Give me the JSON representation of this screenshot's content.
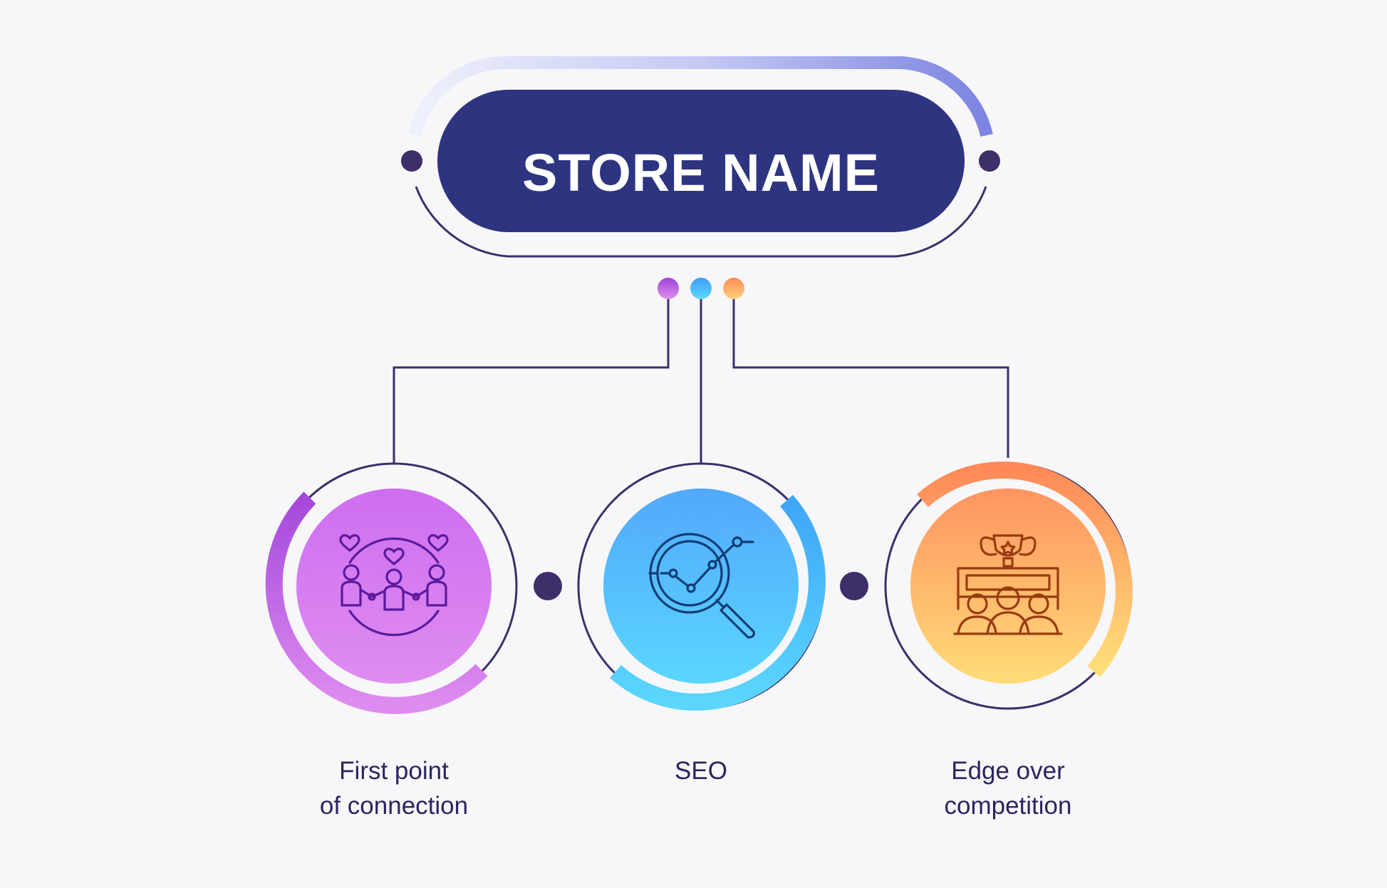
{
  "header": {
    "title": "STORE NAME"
  },
  "nodes": [
    {
      "label_lines": [
        "First point",
        "of connection"
      ],
      "icon": "connection-people-icon",
      "gradient": [
        "#cd6ef0",
        "#df8cf0"
      ]
    },
    {
      "label_lines": [
        "SEO"
      ],
      "icon": "seo-magnifier-chart-icon",
      "gradient": [
        "#52a8fb",
        "#5ad6ff"
      ]
    },
    {
      "label_lines": [
        "Edge over",
        "competition"
      ],
      "icon": "trophy-podium-icon",
      "gradient": [
        "#ff9460",
        "#ffdc78"
      ]
    }
  ],
  "colors": {
    "header_pill": "#2d3480",
    "line": "#3e2e6a",
    "dot_purple": "#b65ae4",
    "dot_blue": "#46b7fb",
    "dot_orange": "#fda25a"
  }
}
